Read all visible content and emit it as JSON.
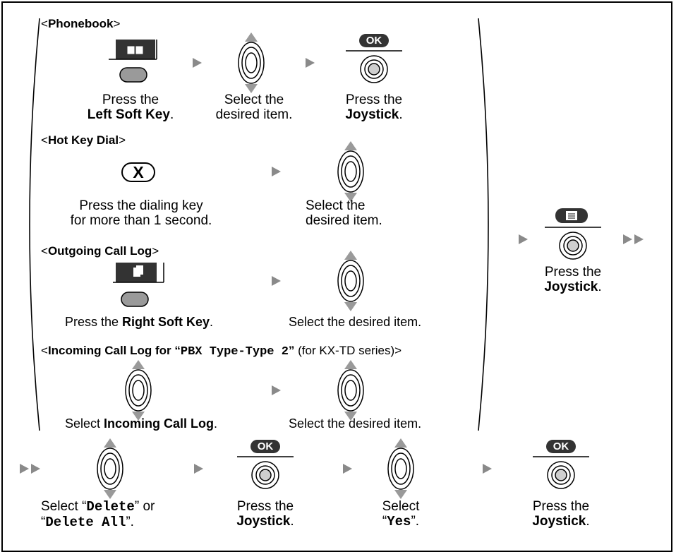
{
  "sections": {
    "phonebook": {
      "header": "Phonebook",
      "step1": {
        "pre": "Press the",
        "bold": "Left Soft Key",
        "post": "."
      },
      "step2": {
        "line1": "Select the",
        "line2": "desired item."
      },
      "step3": {
        "pre": "Press the",
        "bold": "Joystick",
        "post": "."
      },
      "ok_label": "OK"
    },
    "hot_key": {
      "header": "Hot Key Dial",
      "key_label": "X",
      "step1": {
        "line1": "Press the dialing key",
        "line2": "for more than 1 second."
      },
      "step2": {
        "line1": "Select the",
        "line2": "desired item."
      }
    },
    "outgoing": {
      "header": "Outgoing Call Log",
      "step1": {
        "pre": "Press the ",
        "bold": "Right Soft Key",
        "post": "."
      },
      "step2": "Select the desired item."
    },
    "incoming": {
      "header_pre": "Incoming Call Log for ",
      "header_quote_open": "“",
      "header_mono": "PBX Type-Type 2",
      "header_quote_close": "”",
      "header_post": " (for KX-TD series)",
      "step1": {
        "pre": "Select ",
        "bold": "Incoming Call Log",
        "post": "."
      },
      "step2": "Select the desired item."
    }
  },
  "right_step": {
    "pre": "Press the",
    "bold": "Joystick",
    "post": "."
  },
  "bottom": {
    "step1": {
      "pre": "Select “",
      "mono1": "Delete",
      "mid": "” or",
      "line2_open": "“",
      "mono2": "Delete All",
      "line2_close": "”."
    },
    "step2": {
      "pre": "Press the",
      "bold": "Joystick",
      "post": "."
    },
    "step3": {
      "pre": "Select",
      "open": "“",
      "mono": "Yes",
      "close": "”."
    },
    "step4": {
      "pre": "Press the",
      "bold": "Joystick",
      "post": "."
    },
    "ok_label": "OK"
  },
  "angle_open": "<",
  "angle_close": ">",
  "colors": {
    "arrow": "#8a8a8a",
    "key_dark": "#333333",
    "joy_fill": "#cfcfcf"
  }
}
